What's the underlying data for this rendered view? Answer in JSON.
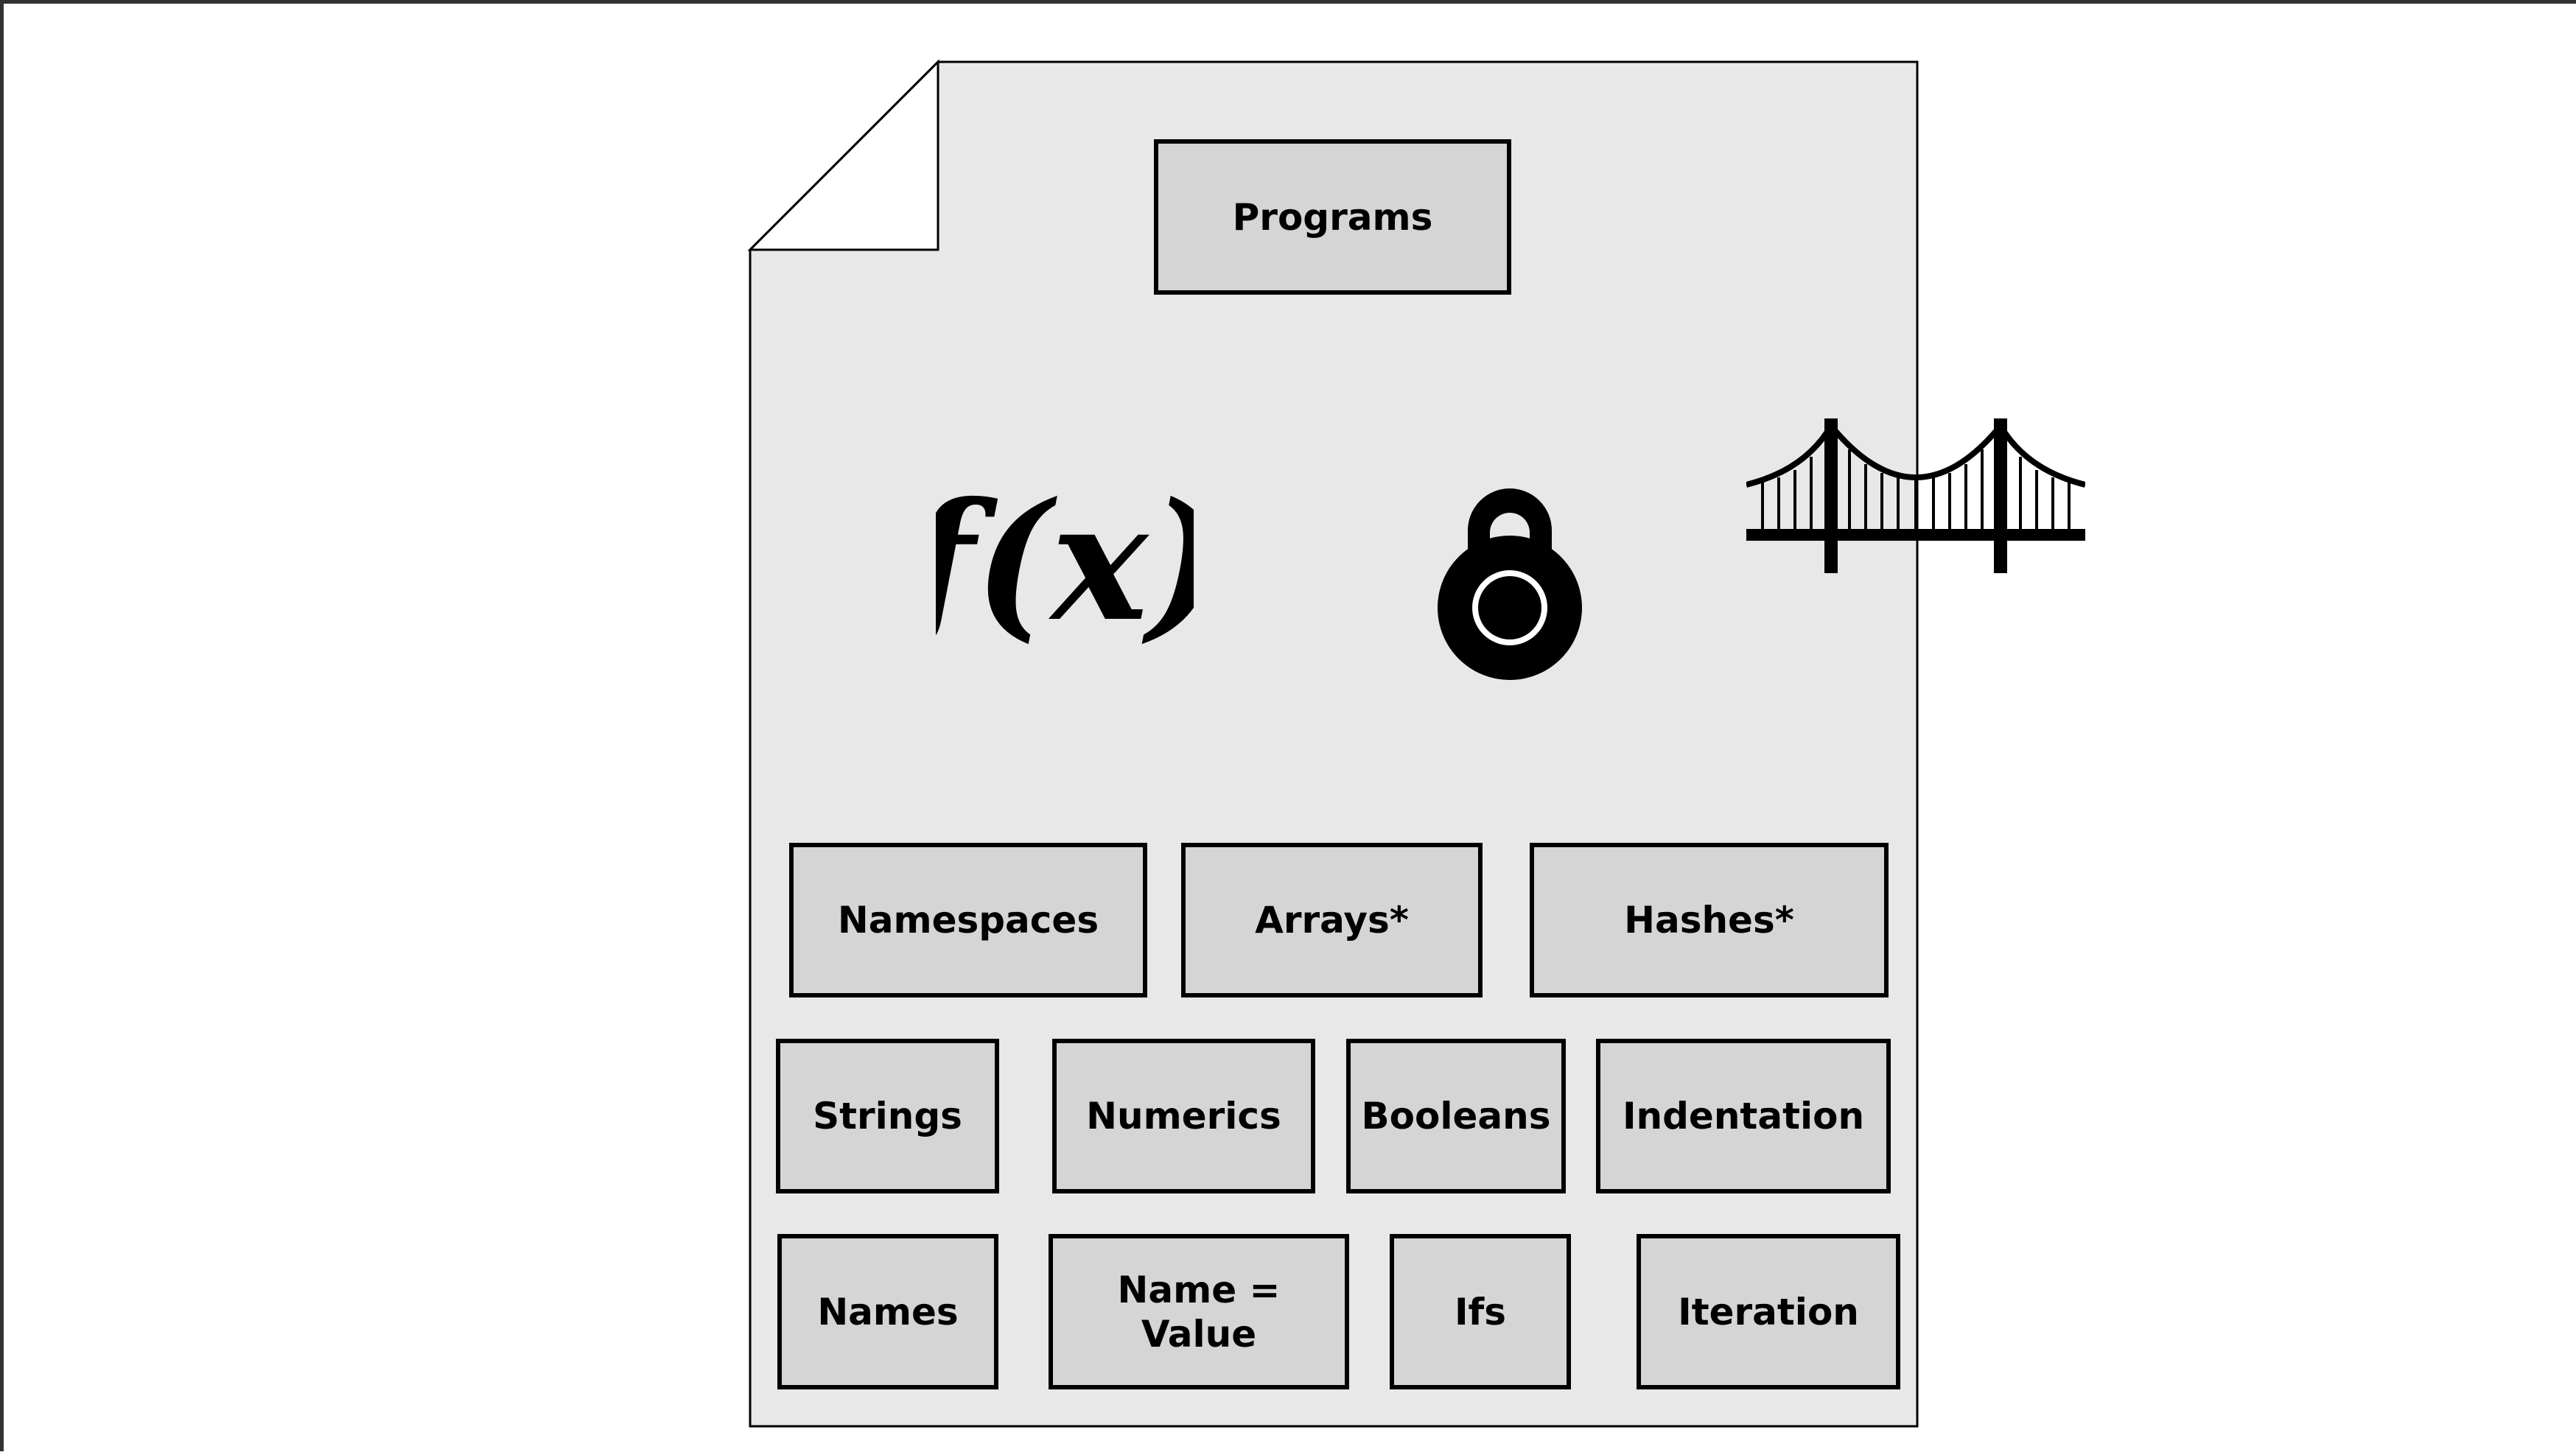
{
  "diagram": {
    "header": {
      "label": "Programs"
    },
    "icons": [
      {
        "name": "function-icon",
        "glyph": "f(x)"
      },
      {
        "name": "lock-icon"
      },
      {
        "name": "bridge-icon"
      }
    ],
    "rows": [
      [
        {
          "id": "namespaces",
          "label": "Namespaces"
        },
        {
          "id": "arrays",
          "label": "Arrays*"
        },
        {
          "id": "hashes",
          "label": "Hashes*"
        }
      ],
      [
        {
          "id": "strings",
          "label": "Strings"
        },
        {
          "id": "numerics",
          "label": "Numerics"
        },
        {
          "id": "booleans",
          "label": "Booleans"
        },
        {
          "id": "indentation",
          "label": "Indentation"
        }
      ],
      [
        {
          "id": "names",
          "label": "Names"
        },
        {
          "id": "name-value",
          "label": "Name =\nValue"
        },
        {
          "id": "ifs",
          "label": "Ifs"
        },
        {
          "id": "iteration",
          "label": "Iteration"
        }
      ]
    ]
  },
  "colors": {
    "page_fill": "#e8e8e8",
    "box_fill": "#d5d5d5",
    "stroke": "#000000"
  }
}
